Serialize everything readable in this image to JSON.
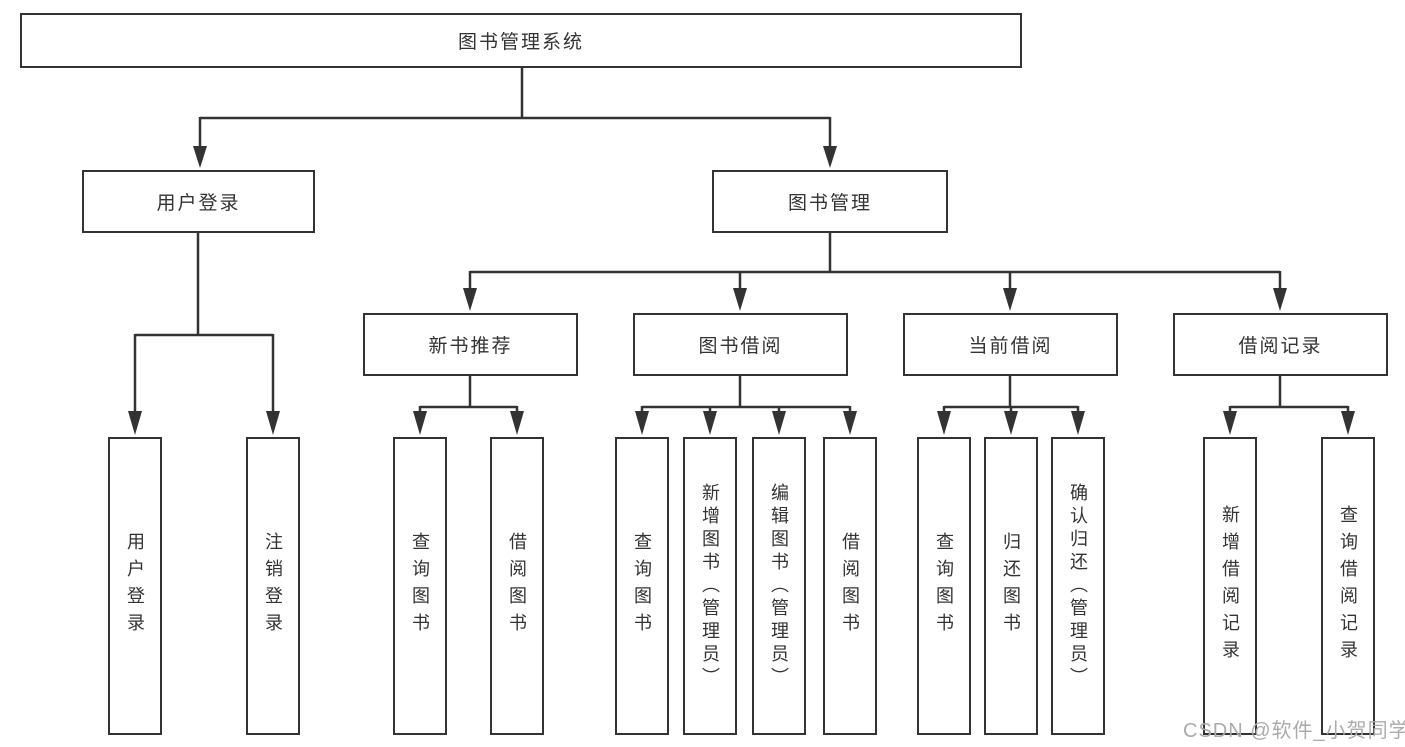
{
  "tree": {
    "root": {
      "label": "图书管理系统"
    },
    "branches": [
      {
        "label": "用户登录",
        "children": [
          {
            "label": "用户登录"
          },
          {
            "label": "注销登录"
          }
        ]
      },
      {
        "label": "图书管理",
        "children": [
          {
            "label": "新书推荐",
            "children": [
              {
                "label": "查询图书"
              },
              {
                "label": "借阅图书"
              }
            ]
          },
          {
            "label": "图书借阅",
            "children": [
              {
                "label": "查询图书"
              },
              {
                "label": "新增图书（管理员）"
              },
              {
                "label": "编辑图书（管理员）"
              },
              {
                "label": "借阅图书"
              }
            ]
          },
          {
            "label": "当前借阅",
            "children": [
              {
                "label": "查询图书"
              },
              {
                "label": "归还图书"
              },
              {
                "label": "确认归还（管理员）"
              }
            ]
          },
          {
            "label": "借阅记录",
            "children": [
              {
                "label": "新增借阅记录"
              },
              {
                "label": "查询借阅记录"
              }
            ]
          }
        ]
      }
    ]
  },
  "watermark": {
    "text": "CSDN @软件_小贺同学"
  },
  "colors": {
    "line": "#333333",
    "border": "#333333",
    "text": "#333333",
    "background": "#ffffff",
    "watermark": "#ababab"
  }
}
